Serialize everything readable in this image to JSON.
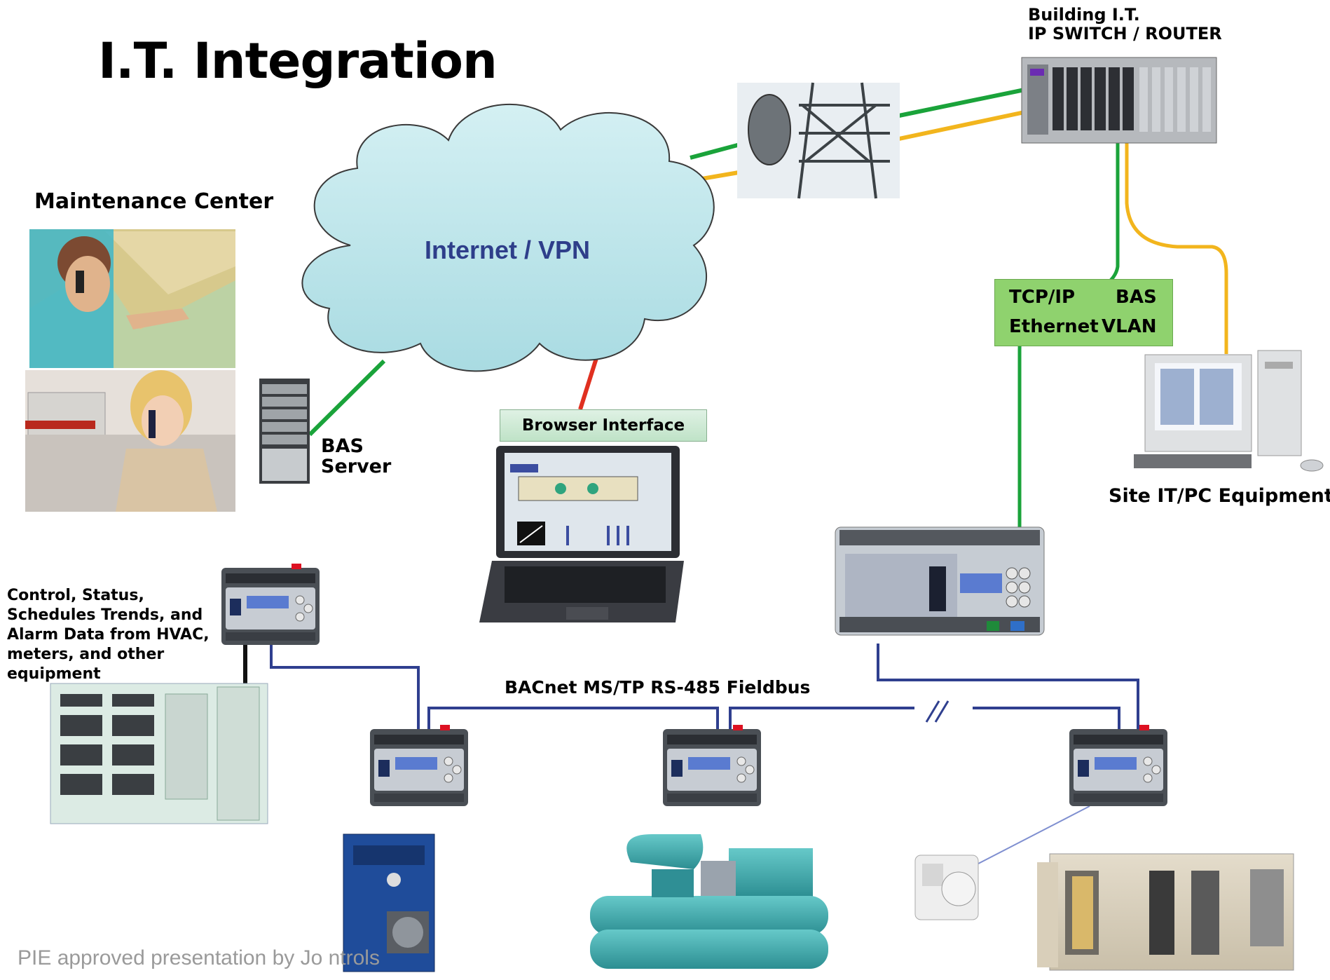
{
  "title": "I.T. Integration",
  "maintenance_center": "Maintenance Center",
  "building_it": {
    "line1": "Building I.T.",
    "line2": "IP SWITCH / ROUTER"
  },
  "cloud_label": "Internet / VPN",
  "bas_server": {
    "line1": "BAS",
    "line2": "Server"
  },
  "browser_interface": "Browser Interface",
  "tcp_box": {
    "l1a": "TCP/IP",
    "l1b": "BAS",
    "l2a": "Ethernet",
    "l2b": "VLAN"
  },
  "site_equipment": "Site IT/PC Equipment",
  "control_text": "Control, Status, Schedules Trends, and Alarm Data from HVAC, meters, and other equipment",
  "fieldbus_label": "BACnet MS/TP RS-485 Fieldbus",
  "footer": "PIE approved presentation by Jo        ntrols",
  "colors": {
    "ethernet_green": "#1aa33a",
    "orange_link": "#f2b51d",
    "red_link": "#e03020",
    "fieldbus_blue": "#2f3f8f",
    "cloud_fill": "#bfe6ec",
    "tcp_box": "#8fd26e"
  }
}
